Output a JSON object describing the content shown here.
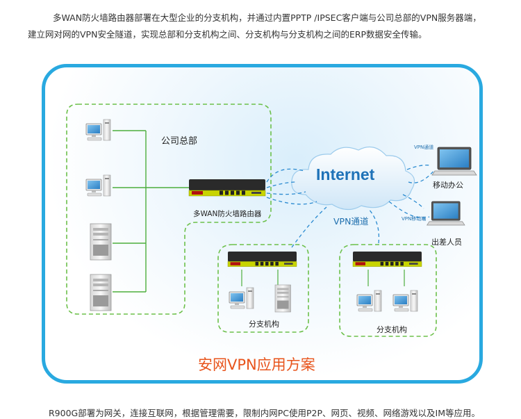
{
  "intro": {
    "line1": "多WAN防火墙路由器部署在大型企业的分支机构，并通过内置PPTP /IPSEC客户端与公司总部的VPN服务器端，",
    "line2": "建立网对网的VPN安全隧道，实现总部和分支机构之间、分支机构与分支机构之间的ERP数据安全传输。"
  },
  "diagram": {
    "hq_label": "公司总部",
    "router_label": "多WAN防火墙路由器",
    "internet_label": "Internet",
    "vpn_tunnel_label": "VPN通道",
    "vpn_small_label_1": "VPN通道",
    "vpn_small_label_2": "VPN移动端",
    "mobile_office_label": "移动办公",
    "business_travel_label": "出差人员",
    "branch1_label": "分支机构",
    "branch2_label": "分支机构",
    "solution_title": "安网VPN应用方案"
  },
  "bottom_text": "R900G部署为网关，连接互联网，根据管理需要，限制内网PC使用P2P、网页、视频、网络游戏以及IM等应用。",
  "colors": {
    "frame_border": "#29a9e0",
    "zone_dash": "#6cc04a",
    "link_line": "#4cae3c",
    "vpn_dash": "#2a8ad0",
    "router_body": "#2a2a2a",
    "router_front": "#c8d400",
    "solution_text": "#e8541c"
  }
}
